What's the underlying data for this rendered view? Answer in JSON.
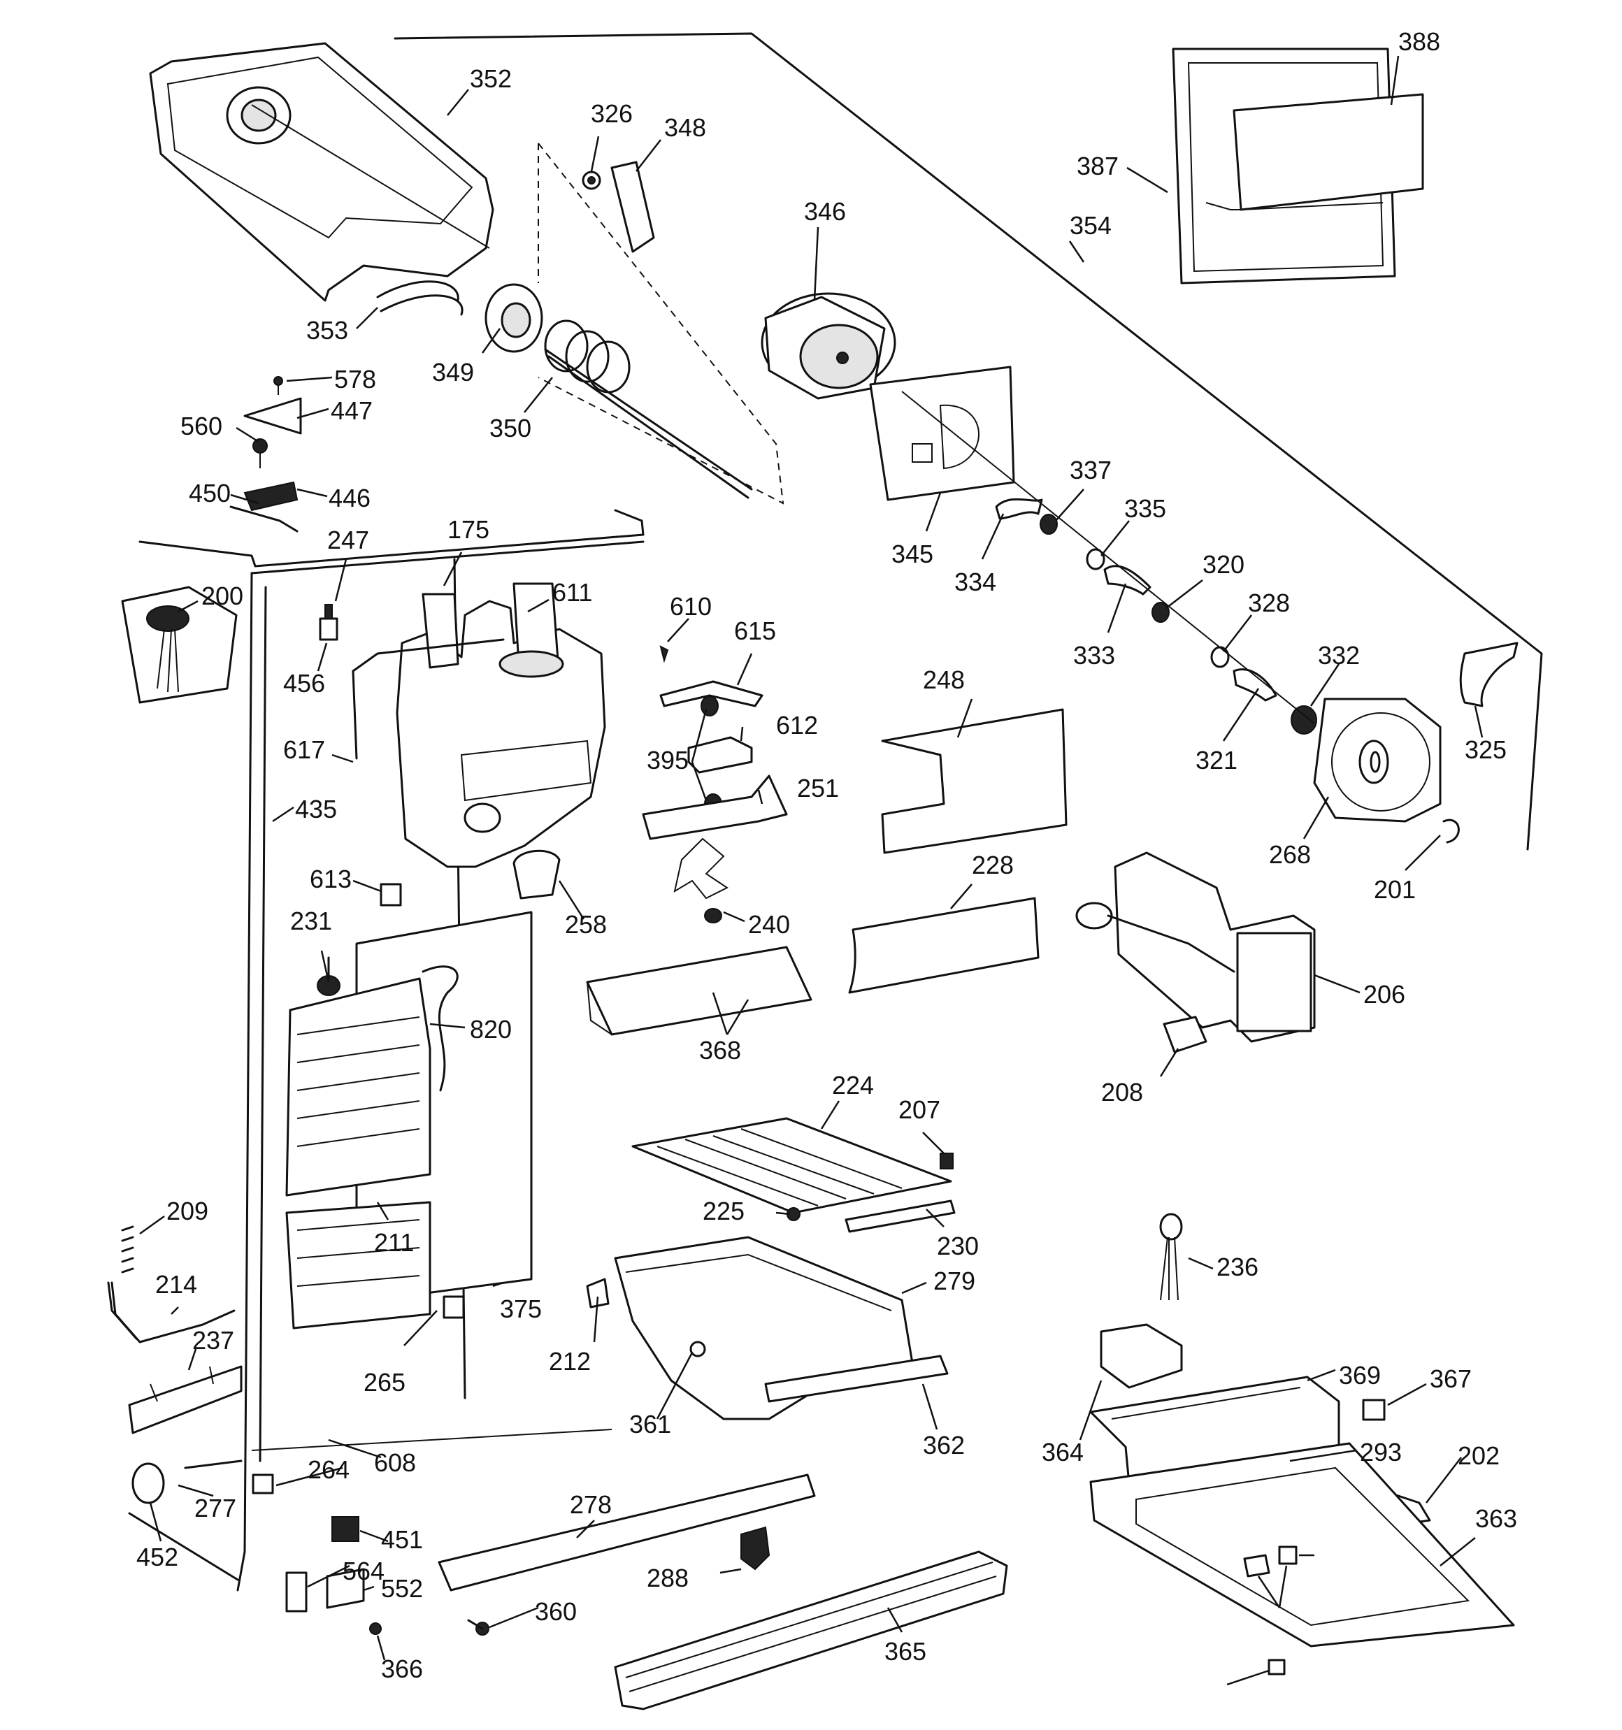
{
  "diagram": {
    "labels": [
      "352",
      "326",
      "348",
      "346",
      "353",
      "349",
      "350",
      "388",
      "387",
      "354",
      "578",
      "447",
      "560",
      "450",
      "446",
      "345",
      "337",
      "334",
      "335",
      "333",
      "320",
      "328",
      "332",
      "325",
      "321",
      "268",
      "201",
      "200",
      "247",
      "175",
      "611",
      "610",
      "615",
      "612",
      "395",
      "251",
      "248",
      "456",
      "617",
      "435",
      "613",
      "258",
      "240",
      "228",
      "231",
      "820",
      "368",
      "206",
      "208",
      "224",
      "207",
      "209",
      "225",
      "230",
      "214",
      "211",
      "375",
      "279",
      "236",
      "237",
      "212",
      "361",
      "362",
      "369",
      "367",
      "364",
      "293",
      "202",
      "265",
      "264",
      "608",
      "277",
      "452",
      "451",
      "278",
      "564",
      "552",
      "288",
      "360",
      "366",
      "365",
      "363"
    ]
  }
}
